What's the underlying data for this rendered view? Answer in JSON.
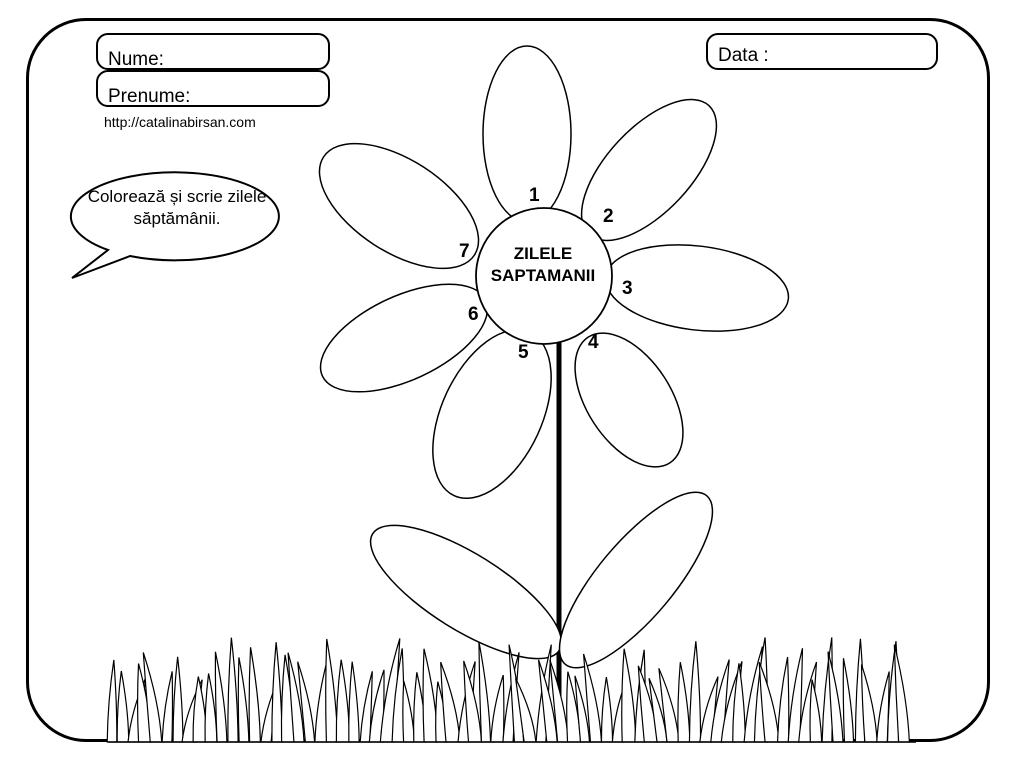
{
  "worksheet": {
    "fields": {
      "name_label": "Nume:",
      "surname_label": "Prenume:",
      "date_label": "Data :"
    },
    "source_url": "http://catalinabirsan.com",
    "instruction": "Colorează și scrie zilele săptămânii.",
    "flower": {
      "center_title_line1": "ZILELE",
      "center_title_line2": "SAPTAMANII",
      "petal_numbers": [
        "1",
        "2",
        "3",
        "4",
        "5",
        "6",
        "7"
      ]
    }
  }
}
